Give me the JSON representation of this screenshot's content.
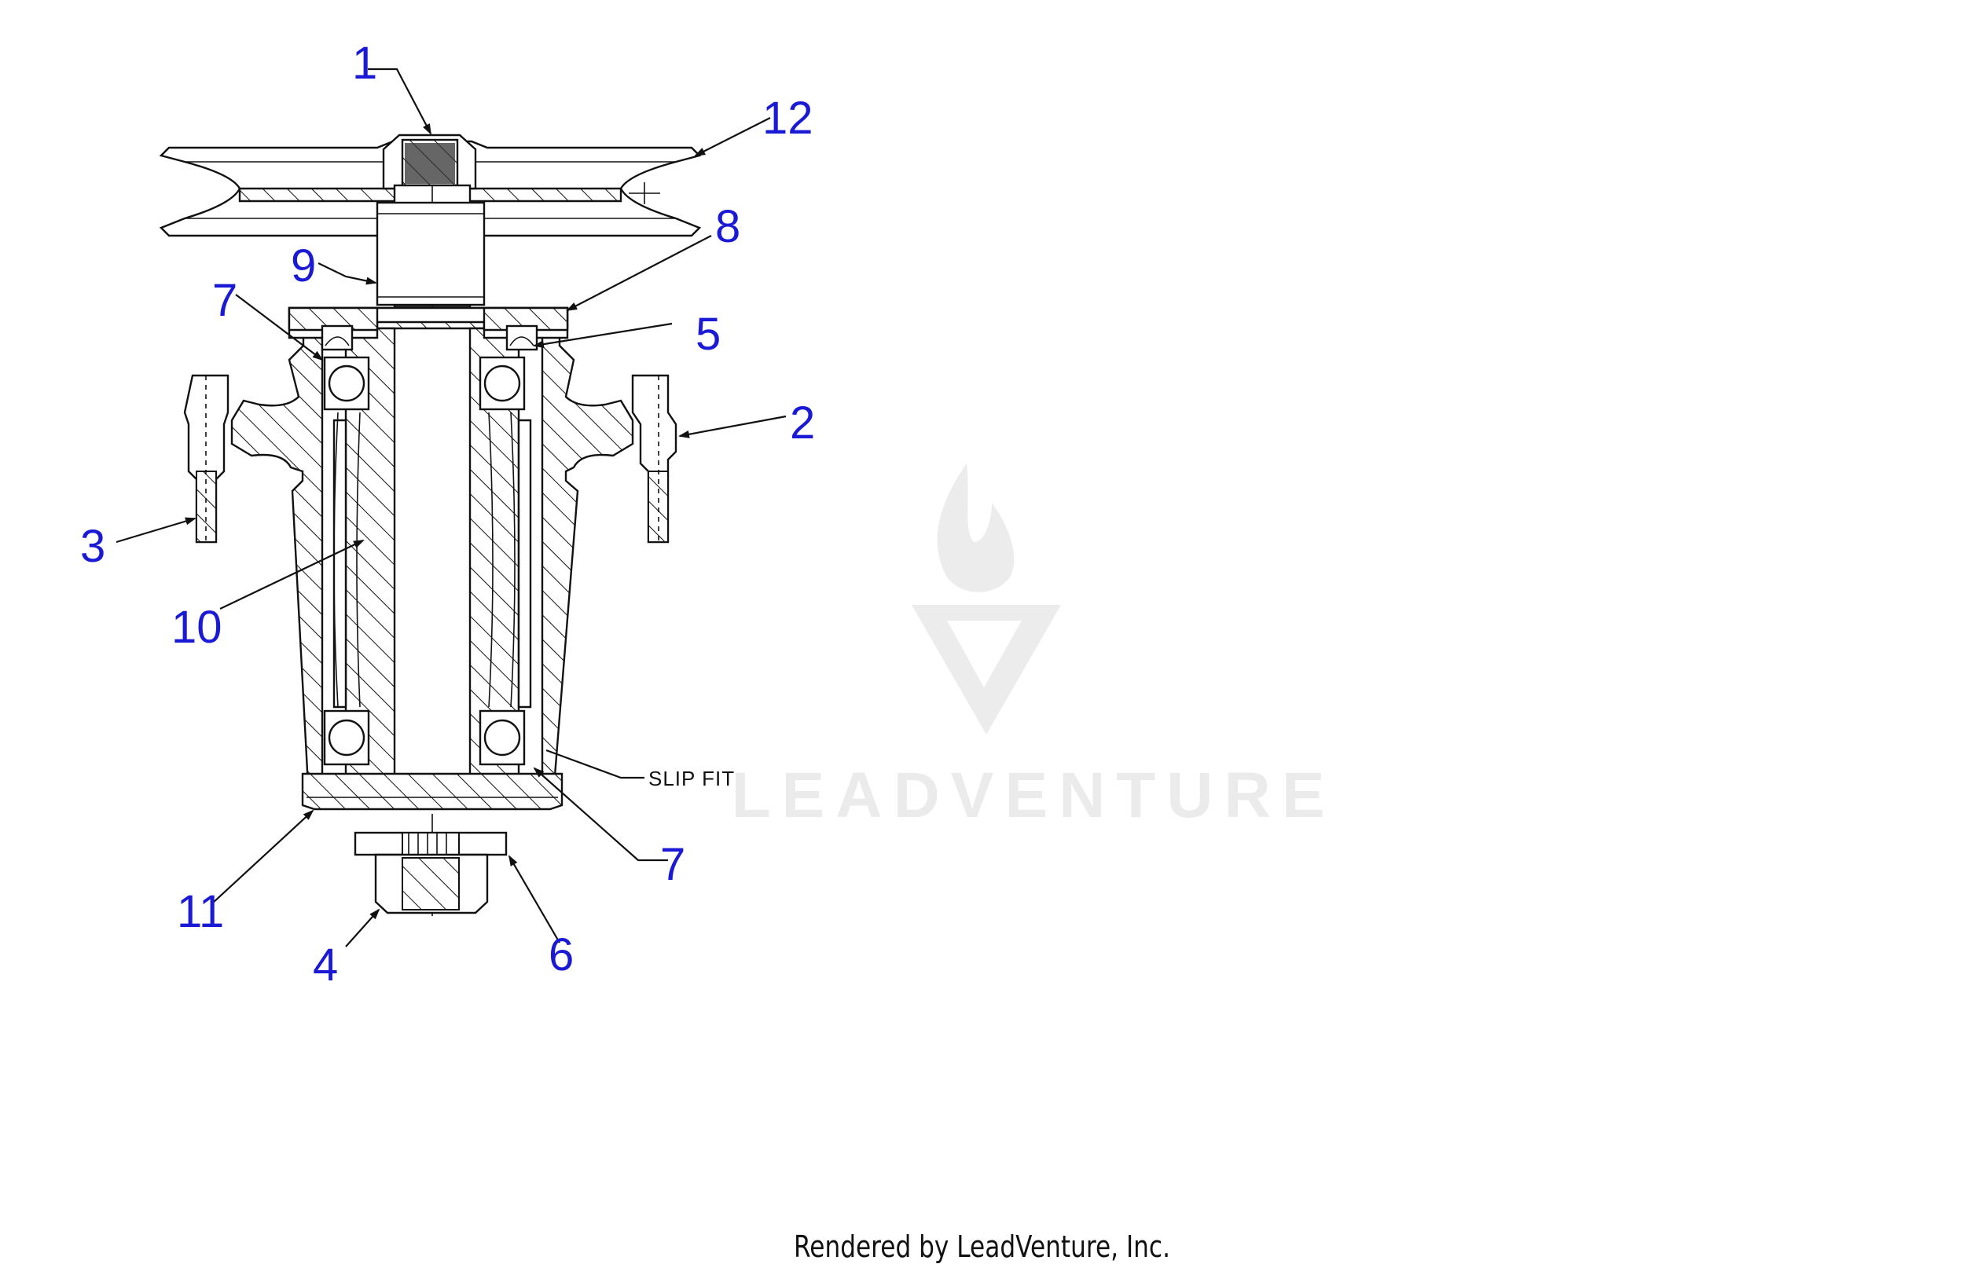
{
  "diagram": {
    "callouts": [
      {
        "id": "c1",
        "label": "1"
      },
      {
        "id": "c12",
        "label": "12"
      },
      {
        "id": "c8",
        "label": "8"
      },
      {
        "id": "c9",
        "label": "9"
      },
      {
        "id": "c7a",
        "label": "7"
      },
      {
        "id": "c5",
        "label": "5"
      },
      {
        "id": "c2",
        "label": "2"
      },
      {
        "id": "c3",
        "label": "3"
      },
      {
        "id": "c10",
        "label": "10"
      },
      {
        "id": "c7b",
        "label": "7"
      },
      {
        "id": "c11",
        "label": "11"
      },
      {
        "id": "c4",
        "label": "4"
      },
      {
        "id": "c6",
        "label": "6"
      }
    ],
    "note": "SLIP FIT",
    "watermark_text": "LEADVENTURE"
  },
  "footer": {
    "text": "Rendered by LeadVenture, Inc."
  },
  "colors": {
    "callout": "#1a1ad6",
    "line": "#111111",
    "watermark": "#e9e9e9"
  }
}
